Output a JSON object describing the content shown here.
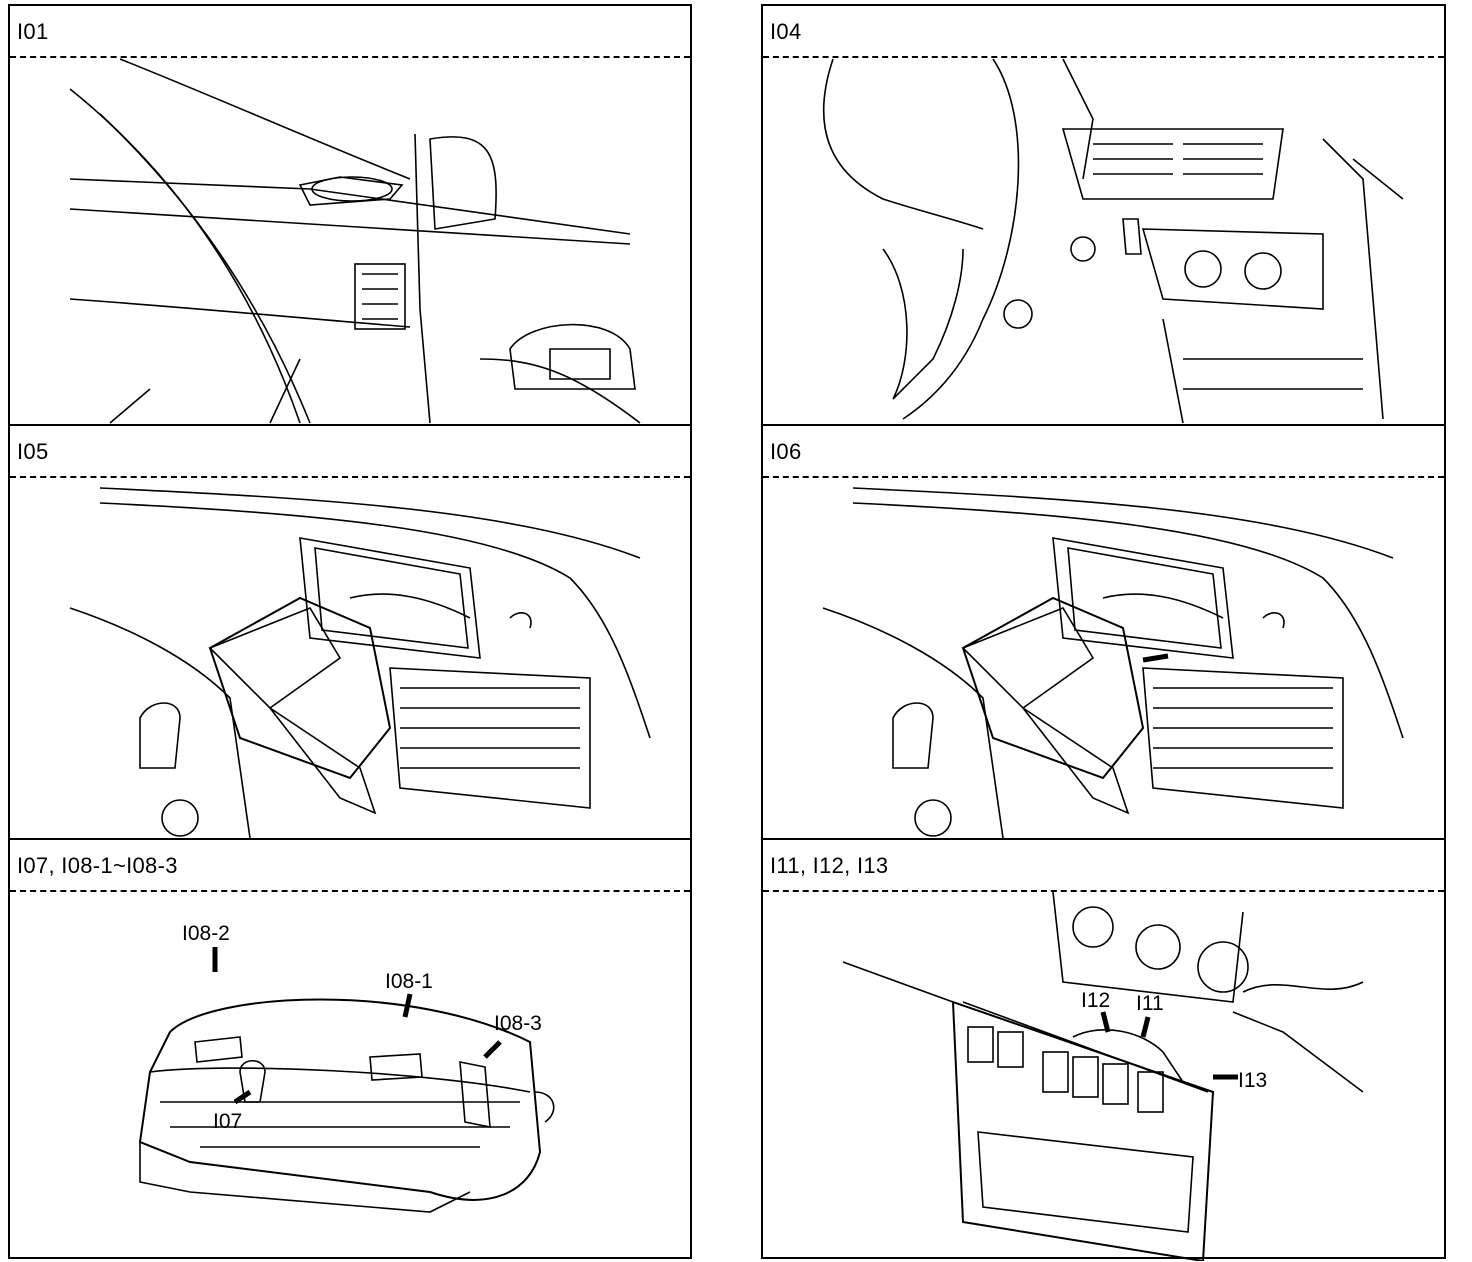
{
  "panels": [
    {
      "id": "p-i01",
      "title": "I01"
    },
    {
      "id": "p-i05",
      "title": "I05"
    },
    {
      "id": "p-i07",
      "title": "I07, I08-1~I08-3",
      "callouts": {
        "i08_2": "I08-2",
        "i08_1": "I08-1",
        "i08_3": "I08-3",
        "i07": "I07"
      }
    },
    {
      "id": "p-i04",
      "title": "I04"
    },
    {
      "id": "p-i06",
      "title": "I06"
    },
    {
      "id": "p-i11",
      "title": "I11, I12, I13",
      "callouts": {
        "i12": "I12",
        "i11": "I11",
        "i13": "I13"
      }
    }
  ]
}
